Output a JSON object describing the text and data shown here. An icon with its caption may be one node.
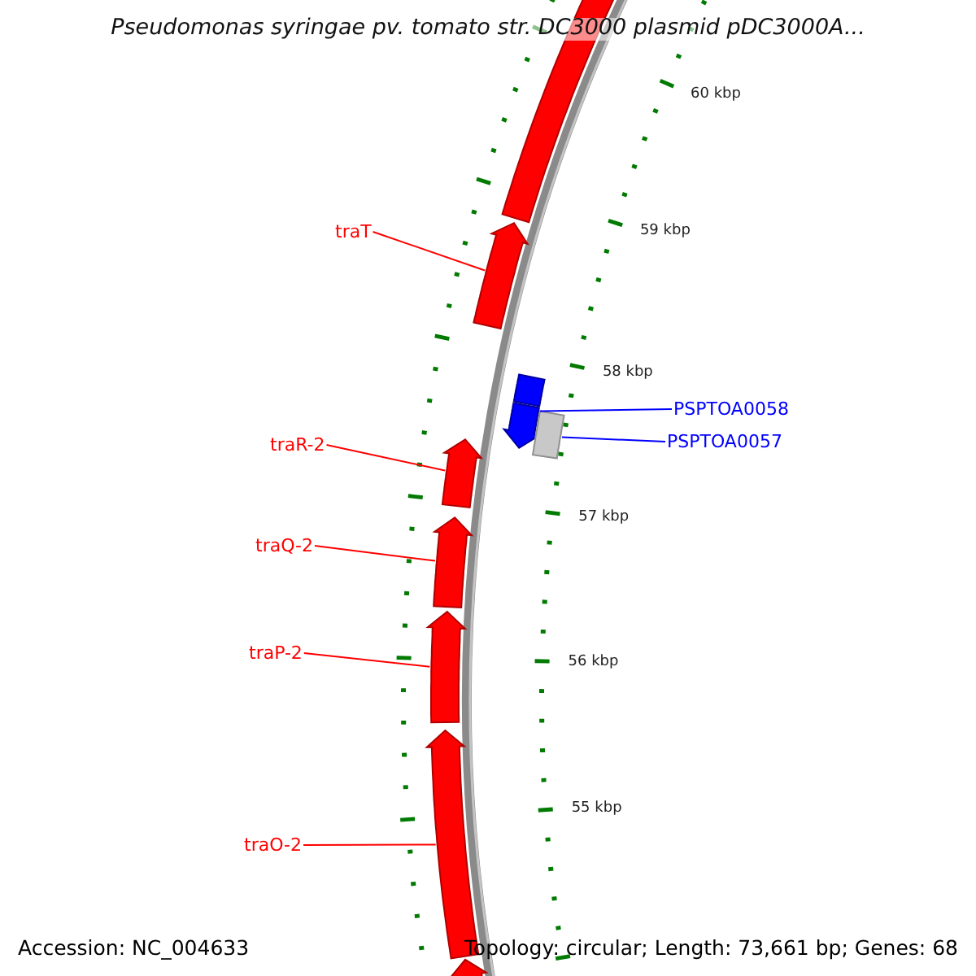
{
  "diagram": {
    "title": "Pseudomonas syringae pv. tomato str. DC3000 plasmid pDC3000A...",
    "nodes": [
      {
        "text": [],
        "shape": "arrow"
      },
      {
        "text": [
          "traT"
        ]
      },
      {
        "text": [],
        "shape": "arrow"
      },
      {
        "text": [],
        "shape": "arrow"
      },
      {
        "text": [
          "PSPTOA0058"
        ]
      },
      {
        "text": [],
        "shape": "box"
      },
      {
        "text": [
          "PSPTOA0057"
        ]
      },
      {
        "text": [
          "traR-2"
        ]
      },
      {
        "text": [],
        "shape": "arrow"
      },
      {
        "text": [
          "traQ-2"
        ]
      },
      {
        "text": [],
        "shape": "arrow"
      },
      {
        "text": [
          "traP-2"
        ]
      },
      {
        "text": [],
        "shape": "arrow"
      },
      {
        "text": [
          "traO-2"
        ]
      },
      {
        "text": [],
        "shape": "arrow"
      },
      {
        "text": [],
        "shape": "arrow"
      }
    ],
    "edges": [
      {
        "from": 1,
        "to": 2,
        "arrow": "none"
      },
      {
        "from": 4,
        "to": 3,
        "arrow": "none",
        "color": "#0000ff"
      },
      {
        "from": 6,
        "to": 5,
        "arrow": "none",
        "color": "#0000ff"
      },
      {
        "from": 7,
        "to": 8,
        "arrow": "none"
      },
      {
        "from": 9,
        "to": 10,
        "arrow": "none"
      },
      {
        "from": 11,
        "to": 12,
        "arrow": "none"
      },
      {
        "from": 13,
        "to": 14,
        "arrow": "none"
      }
    ],
    "labels": [
      "60 kbp",
      "59 kbp",
      "58 kbp",
      "57 kbp",
      "56 kbp",
      "55 kbp",
      "Accession: NC_004633",
      "Topology: circular; Length: 73,661 bp; Genes: 68"
    ]
  }
}
